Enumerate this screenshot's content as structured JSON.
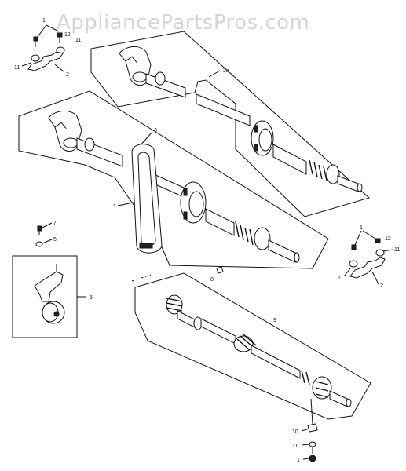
{
  "watermark": "AppliancePartsPros.com",
  "callouts": {
    "c1_tl": "1",
    "c12_tl": "12",
    "c11_tl": "11",
    "c11_tl_b": "11",
    "c2_tl": "2",
    "c2a": "2a",
    "c3": "3",
    "c4": "4",
    "c7": "7",
    "c5_small": "5",
    "c5": "5",
    "c8": "8",
    "c9": "9",
    "c1_r": "1",
    "c12_r": "12",
    "c11_r": "11",
    "c11_r_b": "11",
    "c2_r": "2",
    "c10": "10",
    "c11_bot": "11",
    "c1_bot": "1"
  }
}
